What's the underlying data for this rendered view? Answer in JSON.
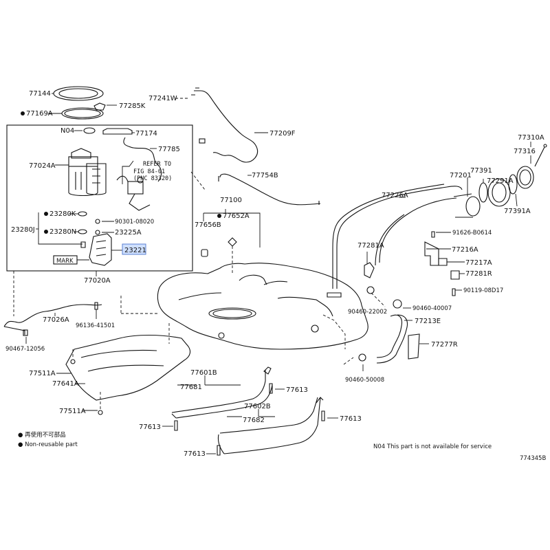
{
  "parts": {
    "p77144": "77144",
    "p77285K": "77285K",
    "p77169A": "77169A",
    "p77241W": "77241W",
    "p77209F": "77209F",
    "pN04": "N04",
    "p77174": "77174",
    "p77785": "77785",
    "p77024A": "77024A",
    "ref1": "REFER TO",
    "ref2": "FIG 84-01",
    "ref3": "(PNC 83320)",
    "p23280K": "23280K",
    "p23280J": "23280J",
    "p23280N": "23280N",
    "p90301": "90301-08020",
    "p23225A": "23225A",
    "p23221": "23221",
    "mark": "MARK",
    "p77020A": "77020A",
    "p77100": "77100",
    "p77656B": "77656B",
    "p77652A": "77652A",
    "p77754B": "77754B",
    "p77226A": "77226A",
    "p77201": "77201",
    "p77391": "77391",
    "p77291A": "77291A",
    "p77310A": "77310A",
    "p77316": "77316",
    "p77391A": "77391A",
    "p91626": "91626-B0614",
    "p77281A": "77281A",
    "p77216A": "77216A",
    "p77217A": "77217A",
    "p77281R": "77281R",
    "p90119": "90119-08D17",
    "p90460_40007": "90460-40007",
    "p90460_22002": "90460-22002",
    "p77213E": "77213E",
    "p77277R": "77277R",
    "p90460_50008": "90460-50008",
    "p77026A": "77026A",
    "p96136": "96136-41501",
    "p90467": "90467-12056",
    "p77511A_1": "77511A",
    "p77641A": "77641A",
    "p77511A_2": "77511A",
    "p77601B": "77601B",
    "p77681": "77681",
    "p77613_1": "77613",
    "p77602B": "77602B",
    "p77682": "77682",
    "p77613_2": "77613",
    "p77613_3": "77613",
    "p77613_4": "77613"
  },
  "legend": {
    "reuse_jp": "● 再使用不可部品",
    "reuse_en": "● Non-reusable part",
    "n04_note": "N04  This part is not available for service"
  },
  "figure_id": "774345B",
  "colors": {
    "highlight": "#cfe0ff",
    "line": "#111111"
  }
}
